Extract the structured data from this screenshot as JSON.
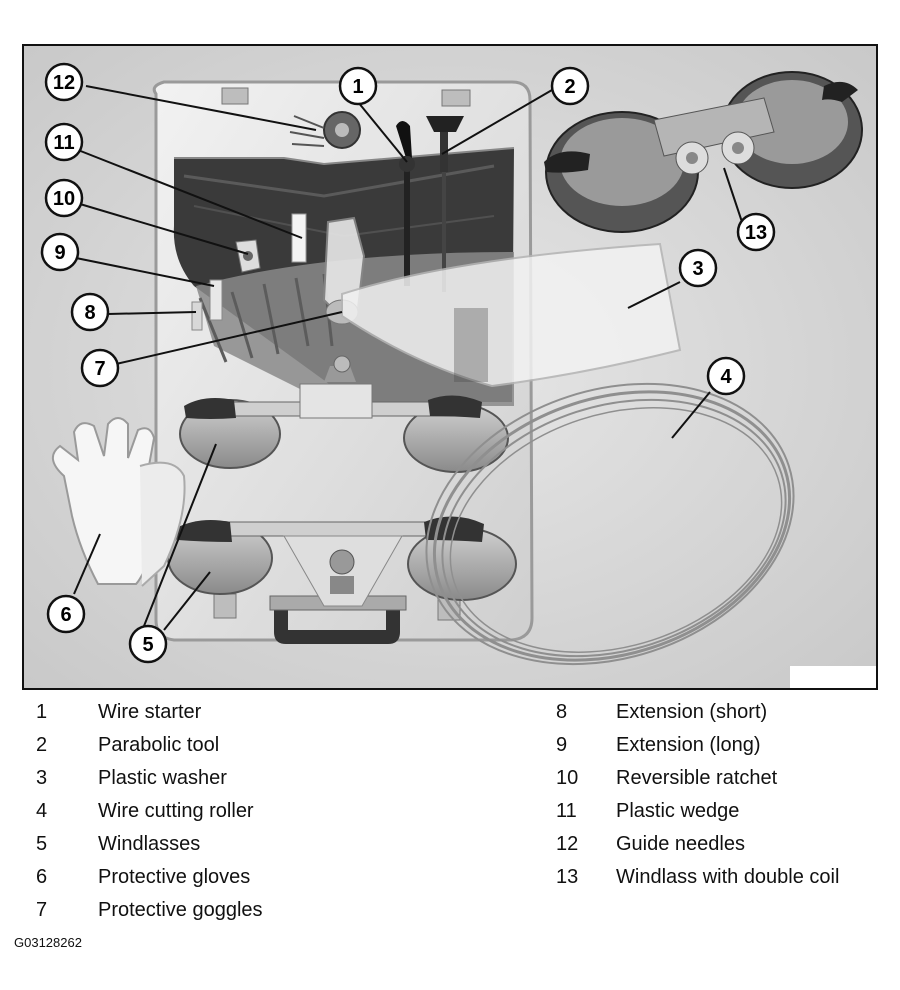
{
  "callouts": [
    {
      "n": "1",
      "label": "Wire starter"
    },
    {
      "n": "2",
      "label": "Parabolic tool"
    },
    {
      "n": "3",
      "label": "Plastic washer"
    },
    {
      "n": "4",
      "label": "Wire cutting roller"
    },
    {
      "n": "5",
      "label": "Windlasses"
    },
    {
      "n": "6",
      "label": "Protective gloves"
    },
    {
      "n": "7",
      "label": "Protective goggles"
    },
    {
      "n": "8",
      "label": "Extension (short)"
    },
    {
      "n": "9",
      "label": "Extension (long)"
    },
    {
      "n": "10",
      "label": "Reversible ratchet"
    },
    {
      "n": "11",
      "label": "Plastic wedge"
    },
    {
      "n": "12",
      "label": "Guide needles"
    },
    {
      "n": "13",
      "label": "Windlass with double coil"
    }
  ],
  "figure_code": "G03128262"
}
